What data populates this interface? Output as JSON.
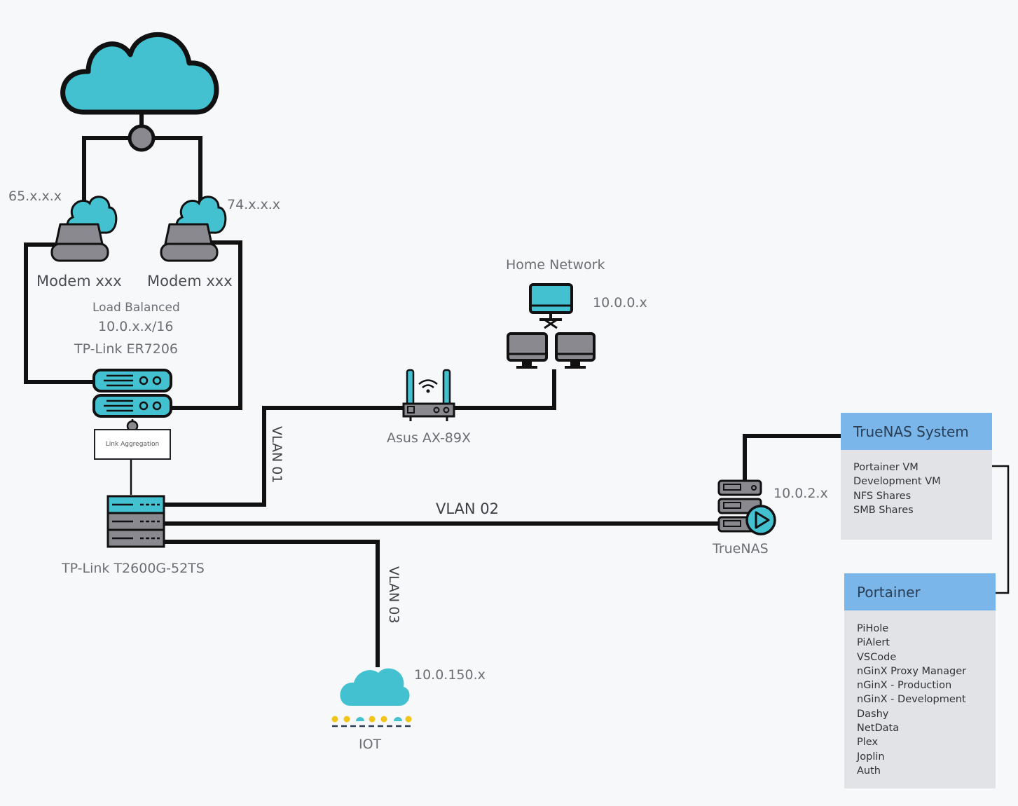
{
  "labels": {
    "wan1_ip": "65.x.x.x",
    "wan2_ip": "74.x.x.x",
    "modem1": "Modem xxx",
    "modem2": "Modem xxx",
    "load_balanced": "Load Balanced",
    "router_subnet": "10.0.x.x/16",
    "router_name": "TP-Link ER7206",
    "link_aggregation": "Link Aggregation",
    "switch_name": "TP-Link T2600G-52TS",
    "vlan01": "VLAN 01",
    "vlan02": "VLAN 02",
    "vlan03": "VLAN 03",
    "ap_name": "Asus AX-89X",
    "home_network": "Home Network",
    "home_subnet": "10.0.0.x",
    "truenas_subnet": "10.0.2.x",
    "truenas_name": "TrueNAS",
    "iot_subnet": "10.0.150.x",
    "iot_name": "IOT"
  },
  "truenas_panel": {
    "title": "TrueNAS System",
    "items": [
      "Portainer VM",
      "Development VM",
      "NFS Shares",
      "SMB Shares"
    ]
  },
  "portainer_panel": {
    "title": "Portainer",
    "items": [
      "PiHole",
      "PiAlert",
      "VSCode",
      "nGinX Proxy Manager",
      "nGinX - Production",
      "nGinX - Development",
      "Dashy",
      "NetData",
      "Plex",
      "Joplin",
      "Auth"
    ]
  },
  "colors": {
    "accent": "#43c1d0",
    "line": "#111111",
    "panel_header": "#7ab6ea",
    "panel_body": "#e2e3e6",
    "device_gray": "#8b8990",
    "iot_yellow": "#f2c418"
  }
}
